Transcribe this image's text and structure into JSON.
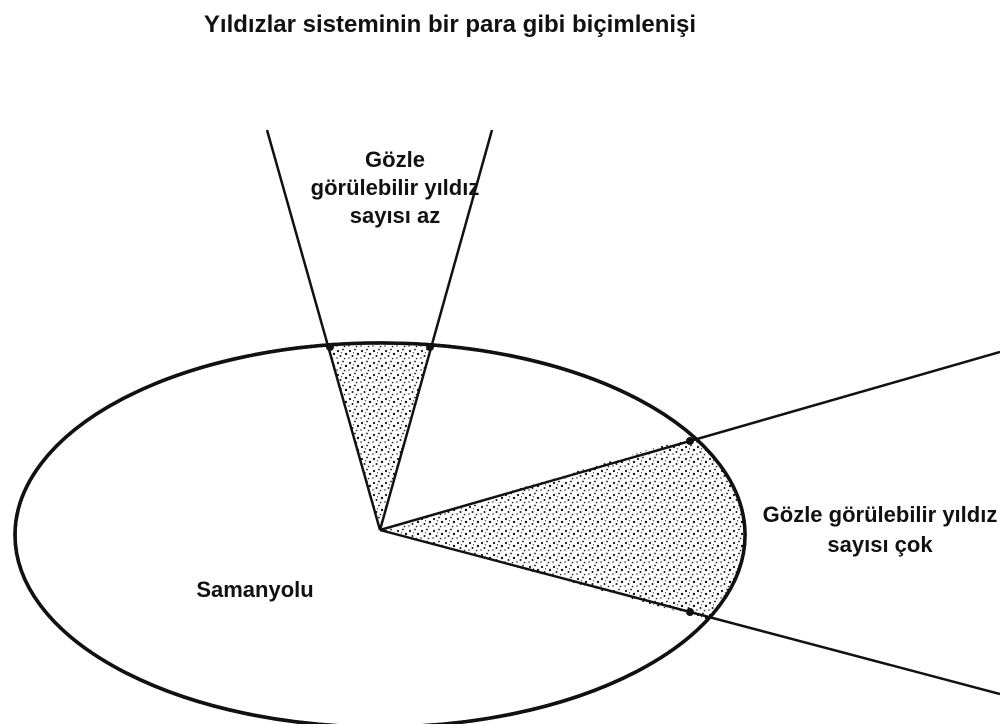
{
  "title": "Yıldızlar sisteminin bir para gibi biçimlenişi",
  "labels": {
    "cone_few": "Gözle görülebilir yıldız sayısı az",
    "cone_many": "Gözle görülebilir yıldız sayısı çok",
    "galaxy": "Samanyolu"
  },
  "colors": {
    "line": "#111111",
    "background": "#ffffff"
  }
}
